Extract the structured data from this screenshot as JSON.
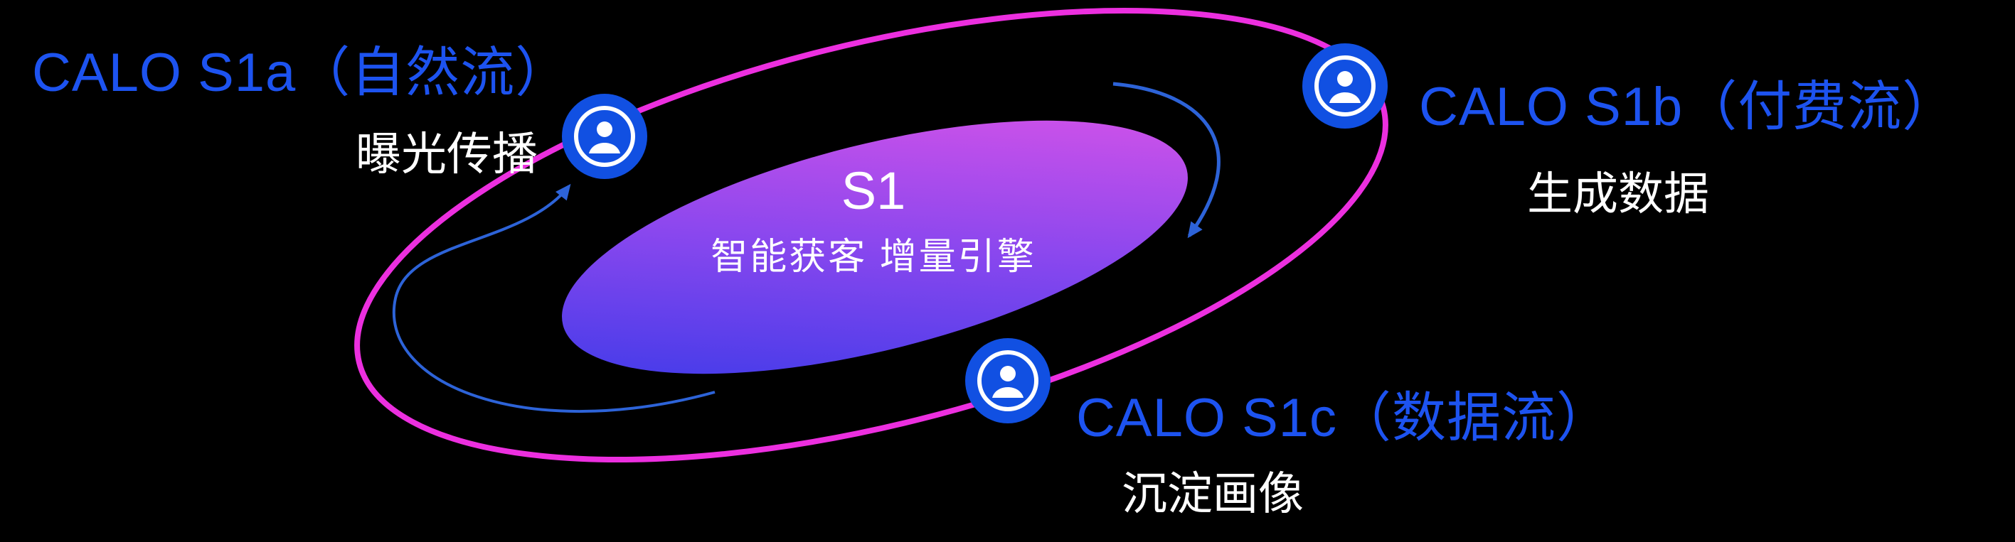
{
  "diagram": {
    "center": {
      "title": "S1",
      "subtitle": "智能获客  增量引擎"
    },
    "nodes": [
      {
        "label": "CALO S1a（自然流）",
        "sublabel": "曝光传播",
        "icon": "user-icon"
      },
      {
        "label": "CALO S1b（付费流）",
        "sublabel": "生成数据",
        "icon": "user-icon"
      },
      {
        "label": "CALO S1c（数据流）",
        "sublabel": "沉淀画像",
        "icon": "user-icon"
      }
    ]
  },
  "colors": {
    "background": "#000000",
    "label_blue": "#1d53f0",
    "text_white": "#ffffff",
    "node_blue": "#1150e2",
    "orbit_magenta": "#ec2fdf",
    "arrow_blue": "#2d63d8",
    "gradient_blue": "#3138e8",
    "gradient_mid": "#8947ee",
    "gradient_pink": "#e355e8"
  }
}
